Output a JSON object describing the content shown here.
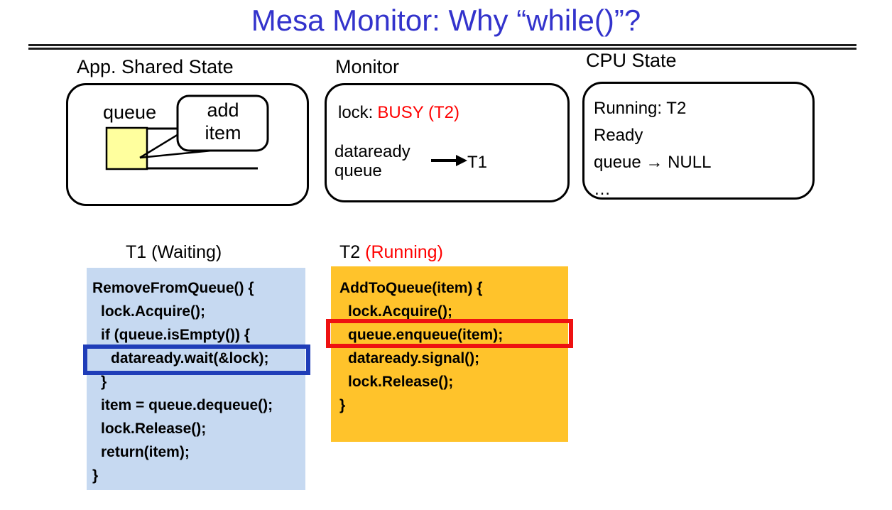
{
  "title": "Mesa Monitor: Why “while()”?",
  "panels": {
    "app_state": {
      "label": "App. Shared State",
      "queue_label": "queue",
      "bubble_line1": "add",
      "bubble_line2": "item"
    },
    "monitor": {
      "label": "Monitor",
      "lock_label": "lock:",
      "lock_value": "BUSY (T2)",
      "cv_line1": "dataready",
      "cv_line2": "queue",
      "waiter": "T1"
    },
    "cpu": {
      "label": "CPU State",
      "lines": [
        "Running: T2",
        "Ready",
        "queue → NULL",
        "…"
      ]
    }
  },
  "threads": {
    "t1": {
      "label_prefix": "T1 ",
      "label_status": "(Waiting)",
      "code": [
        "RemoveFromQueue() {",
        "lock.Acquire();",
        "if (queue.isEmpty()) {",
        "dataready.wait(&lock);",
        "}",
        "item = queue.dequeue();",
        "lock.Release();",
        "return(item);",
        "}"
      ]
    },
    "t2": {
      "label_prefix": "T2 ",
      "label_status": "(Running)",
      "code": [
        "AddToQueue(item) {",
        "lock.Acquire();",
        "queue.enqueue(item);",
        "dataready.signal();",
        "lock.Release();",
        "}"
      ]
    }
  },
  "colors": {
    "title_blue": "#3333cc",
    "status_red": "#ff0000",
    "t1_block_bg": "#c6d9f1",
    "t1_highlight_border": "#1f3db8",
    "t2_block_bg": "#ffc32b",
    "t2_highlight_border": "#ee1111",
    "queue_cell_yellow": "#ffff9e"
  }
}
